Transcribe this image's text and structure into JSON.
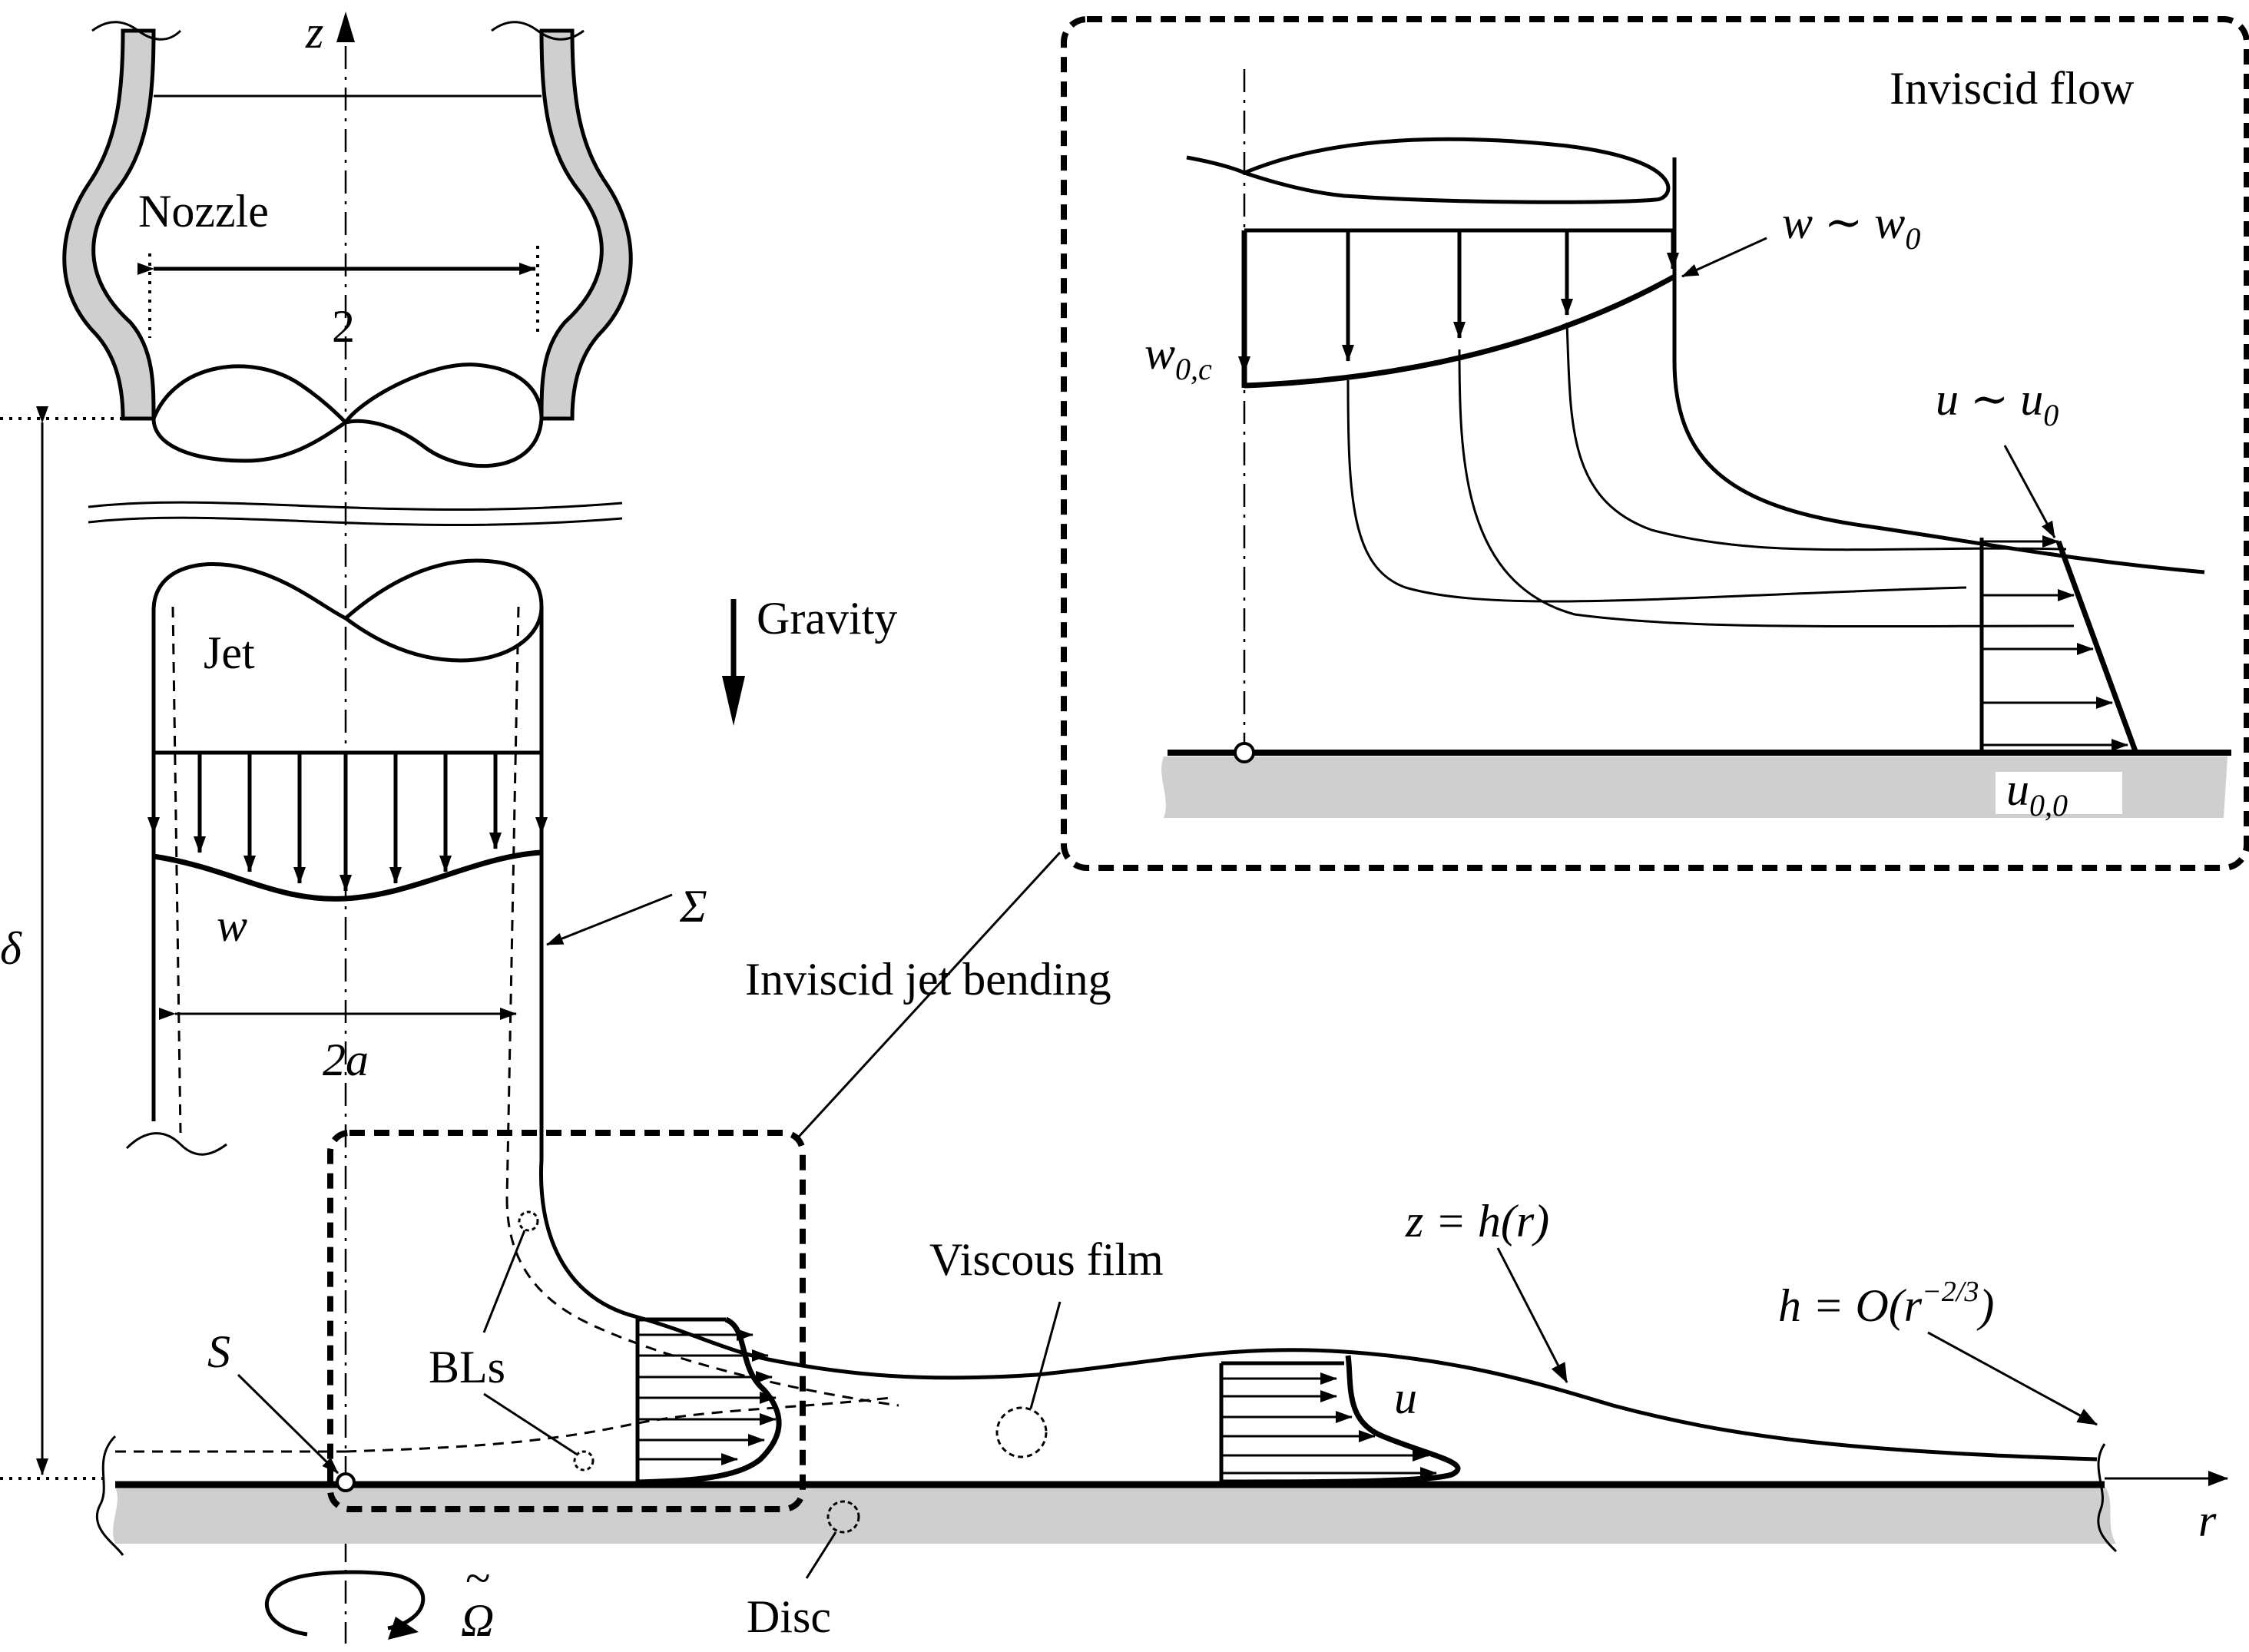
{
  "labels": {
    "axis_z": "z",
    "axis_r": "r",
    "nozzle": "Nozzle",
    "nozzle_width": "2",
    "gravity": "Gravity",
    "jet": "Jet",
    "w": "w",
    "sigma": "Σ",
    "jet_width": "2a",
    "delta": "δ",
    "inviscid_jet_bending": "Inviscid jet bending",
    "viscous_film": "Viscous film",
    "z_eq_h": "z = h(r)",
    "h_order_base": "h = O(r",
    "h_order_exp": "−2/3",
    "h_order_close": ")",
    "bls": "BLs",
    "s": "S",
    "disc": "Disc",
    "omega": "Ω",
    "omega_tilde": "~",
    "u": "u",
    "inviscid_flow": "Inviscid flow",
    "w_sim_w0": "w ∼ w",
    "w_sim_w0_sub": "0",
    "w0c_base": "w",
    "w0c_sub": "0,c",
    "u_sim_u0": "u ∼ u",
    "u_sim_u0_sub": "0",
    "u00_base": "u",
    "u00_sub": "0,0"
  },
  "colors": {
    "ink": "#000000",
    "wall_fill": "#cfcfcf",
    "background": "#ffffff"
  }
}
